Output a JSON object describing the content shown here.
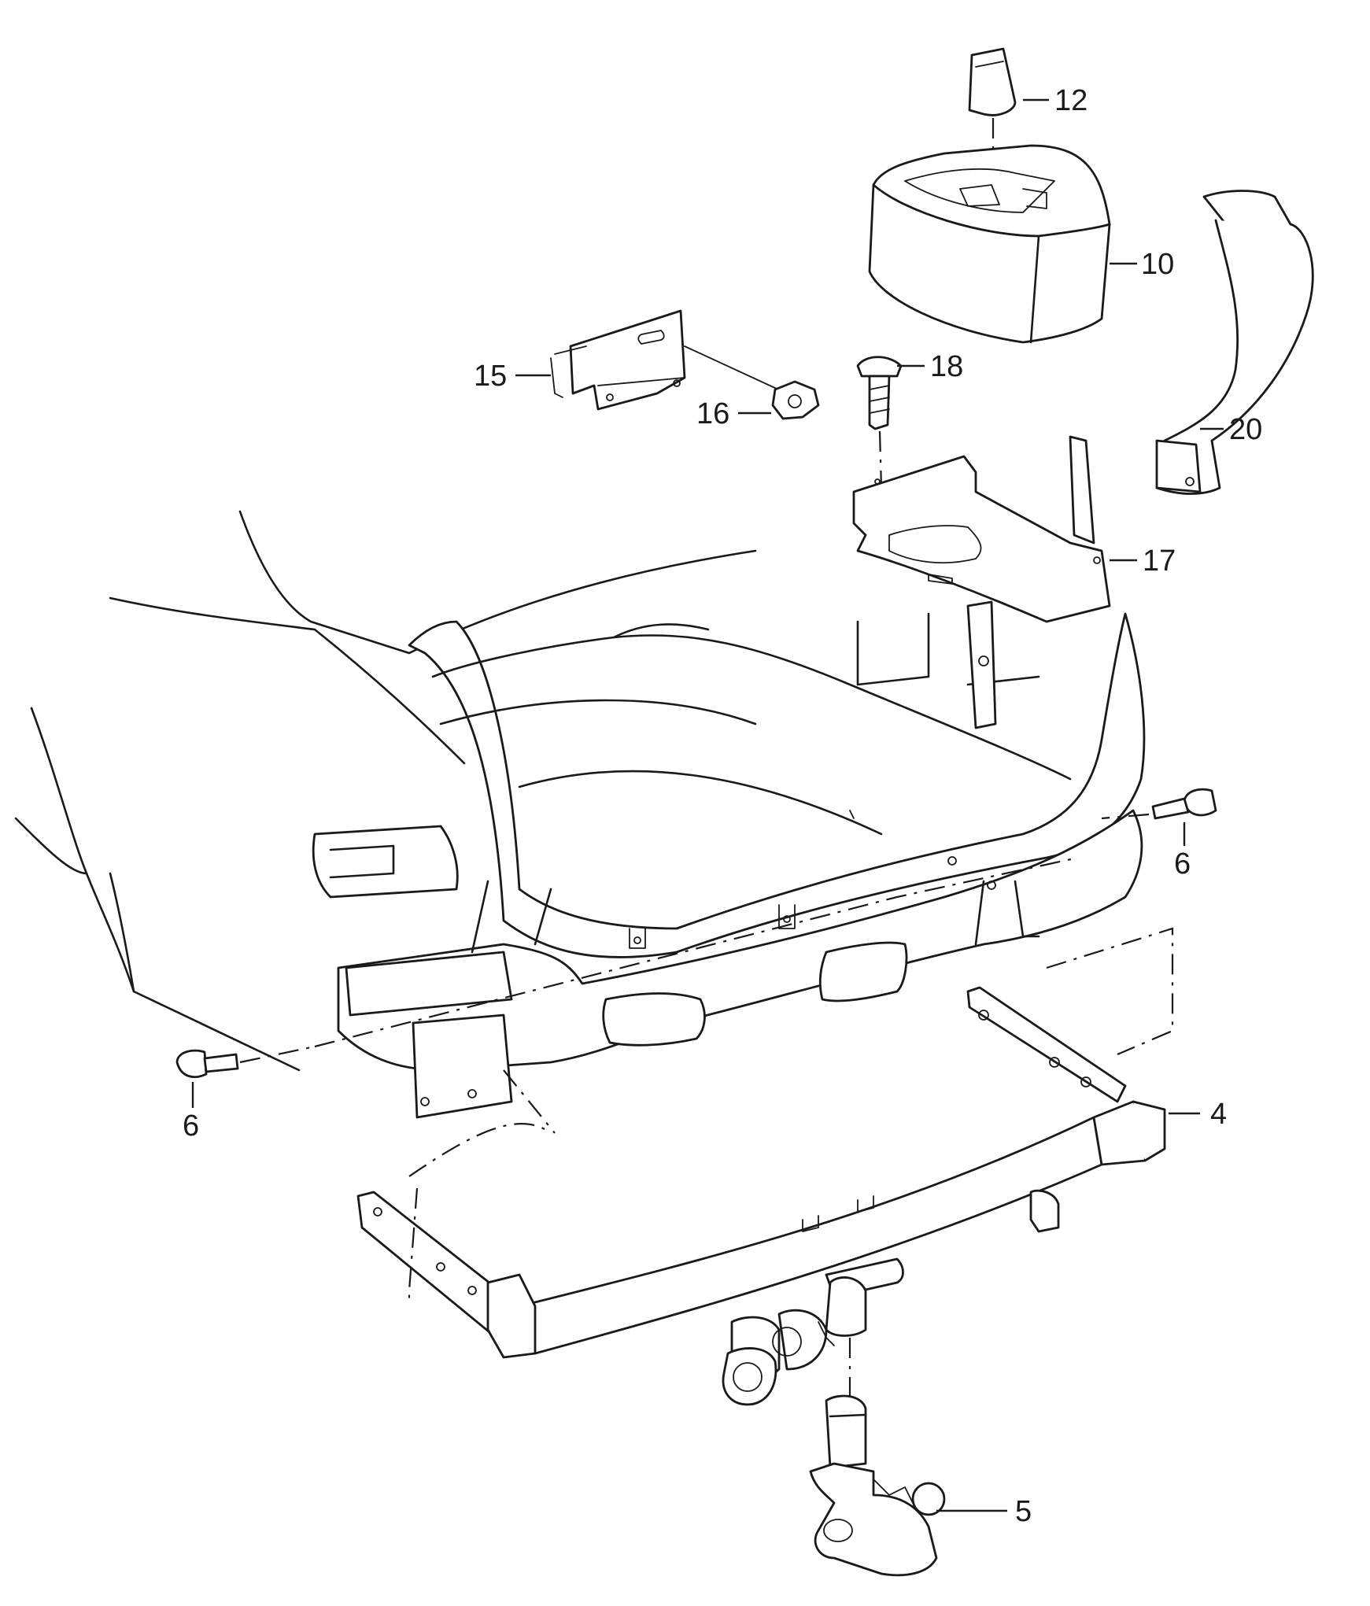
{
  "callouts": {
    "c12": "12",
    "c10": "10",
    "c20": "20",
    "c15": "15",
    "c16": "16",
    "c18": "18",
    "c17": "17",
    "c6_right": "6",
    "c6_left": "6",
    "c4": "4",
    "c5": "5"
  }
}
